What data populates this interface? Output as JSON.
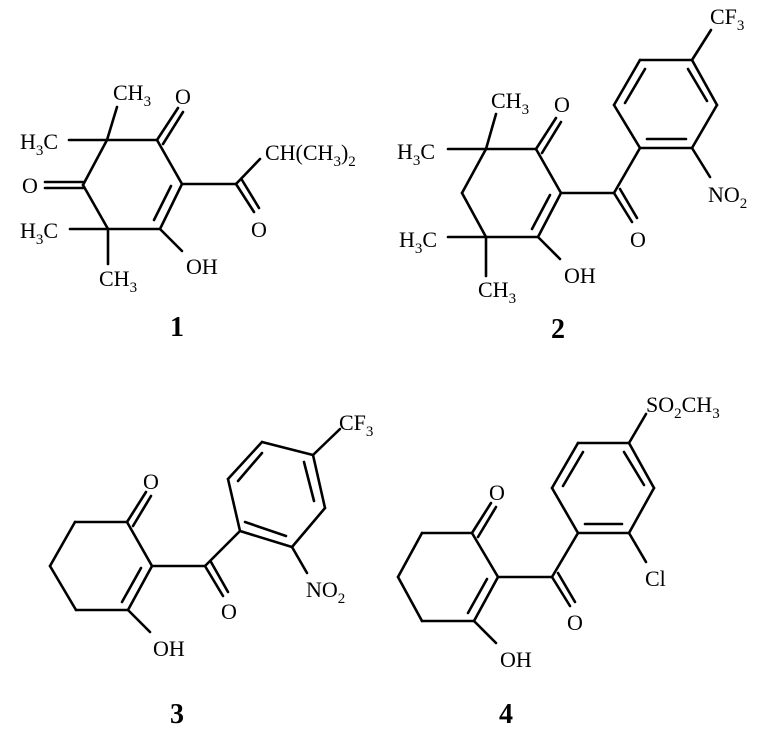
{
  "figure": {
    "compounds": [
      {
        "number": "1",
        "labels": {
          "ch3_top": "CH",
          "ch3_top_sub": "3",
          "h3c_upper": "H",
          "h3c_upper_sub": "3",
          "h3c_upper_c": "C",
          "o_ring_left": "O",
          "o_ring_top": "O",
          "side_chain": "CH(CH",
          "side_chain_sub": "3",
          "side_chain_end": ")",
          "side_chain_sub2": "2",
          "o_acyl": "O",
          "h3c_lower": "H",
          "h3c_lower_sub": "3",
          "h3c_lower_c": "C",
          "ch3_bottom": "CH",
          "ch3_bottom_sub": "3",
          "oh": "OH"
        }
      },
      {
        "number": "2",
        "labels": {
          "cf3": "CF",
          "cf3_sub": "3",
          "ch3_top": "CH",
          "ch3_top_sub": "3",
          "o_ring_top": "O",
          "h3c_upper": "H",
          "h3c_upper_sub": "3",
          "h3c_upper_c": "C",
          "no2": "NO",
          "no2_sub": "2",
          "o_acyl": "O",
          "h3c_lower": "H",
          "h3c_lower_sub": "3",
          "h3c_lower_c": "C",
          "ch3_bottom": "CH",
          "ch3_bottom_sub": "3",
          "oh": "OH"
        }
      },
      {
        "number": "3",
        "labels": {
          "cf3": "CF",
          "cf3_sub": "3",
          "o_ring_top": "O",
          "no2": "NO",
          "no2_sub": "2",
          "o_acyl": "O",
          "oh": "OH"
        }
      },
      {
        "number": "4",
        "labels": {
          "so2ch3": "SO",
          "so2ch3_sub": "2",
          "so2ch3_ch": "CH",
          "so2ch3_sub2": "3",
          "o_ring_top": "O",
          "cl": "Cl",
          "o_acyl": "O",
          "oh": "OH"
        }
      }
    ]
  }
}
